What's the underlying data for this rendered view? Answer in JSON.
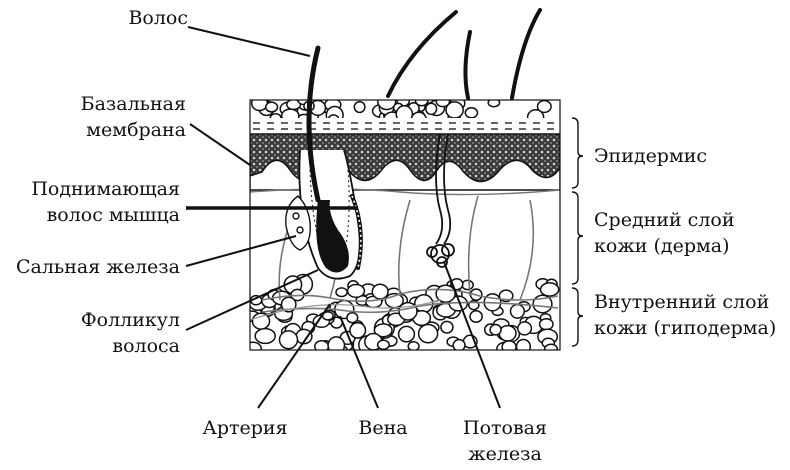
{
  "labels": {
    "hair": "Волос",
    "basal_line1": "Базальная",
    "basal_line2": "мембрана",
    "arrector_line1": "Поднимающая",
    "arrector_line2": "волос мышца",
    "sebaceous": "Сальная железа",
    "follicle_line1": "Фолликул",
    "follicle_line2": "волоса",
    "artery": "Артерия",
    "vein": "Вена",
    "sweat_line1": "Потовая",
    "sweat_line2": "железа",
    "epidermis": "Эпидермис",
    "dermis_line1": "Средний слой",
    "dermis_line2": "кожи (дерма)",
    "hypodermis_line1": "Внутренний слой",
    "hypodermis_line2": "кожи (гиподерма)"
  },
  "colors": {
    "ink": "#111111",
    "dermis_fill": "#ffffff",
    "epidermis_dark": "#2a2a2a"
  }
}
